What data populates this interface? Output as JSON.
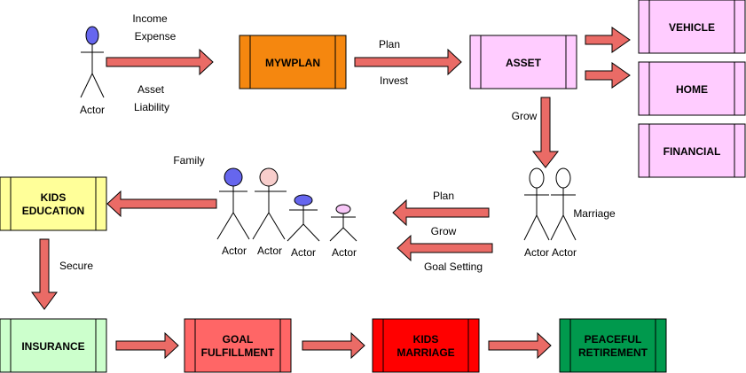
{
  "colors": {
    "arrow_fill": "#ea6b66",
    "arrow_stroke": "#000000",
    "mywplan": "#f5870f",
    "asset": "#ffccff",
    "kids_education": "#ffff99",
    "insurance": "#ccffcc",
    "goal": "#ff6666",
    "marriage": "#ff0000",
    "retirement": "#00994d",
    "actor_blue": "#6666ee",
    "actor_pink": "#f8cecc",
    "actor_violet": "#f7c6f7",
    "actor_white": "#ffffff"
  },
  "boxes": {
    "mywplan": "MYWPLAN",
    "asset": "ASSET",
    "vehicle": "VEHICLE",
    "home": "HOME",
    "financial": "FINANCIAL",
    "kids_education_1": "KIDS",
    "kids_education_2": "EDUCATION",
    "insurance": "INSURANCE",
    "goal_1": "GOAL",
    "goal_2": "FULFILLMENT",
    "kids_marriage_1": "KIDS",
    "kids_marriage_2": "MARRIAGE",
    "retirement_1": "PEACEFUL",
    "retirement_2": "RETIREMENT"
  },
  "labels": {
    "income": "Income",
    "expense": "Expense",
    "asset_lbl": "Asset",
    "liability": "Liability",
    "plan_top": "Plan",
    "invest": "Invest",
    "grow_down": "Grow",
    "family": "Family",
    "marriage": "Marriage",
    "plan_mid": "Plan",
    "grow_mid": "Grow",
    "goal_setting": "Goal Setting",
    "secure": "Secure"
  },
  "actors": {
    "main": "Actor",
    "family_1": "Actor",
    "family_2": "Actor",
    "family_3": "Actor",
    "family_4": "Actor",
    "couple_1": "Actor",
    "couple_2": "Actor"
  }
}
